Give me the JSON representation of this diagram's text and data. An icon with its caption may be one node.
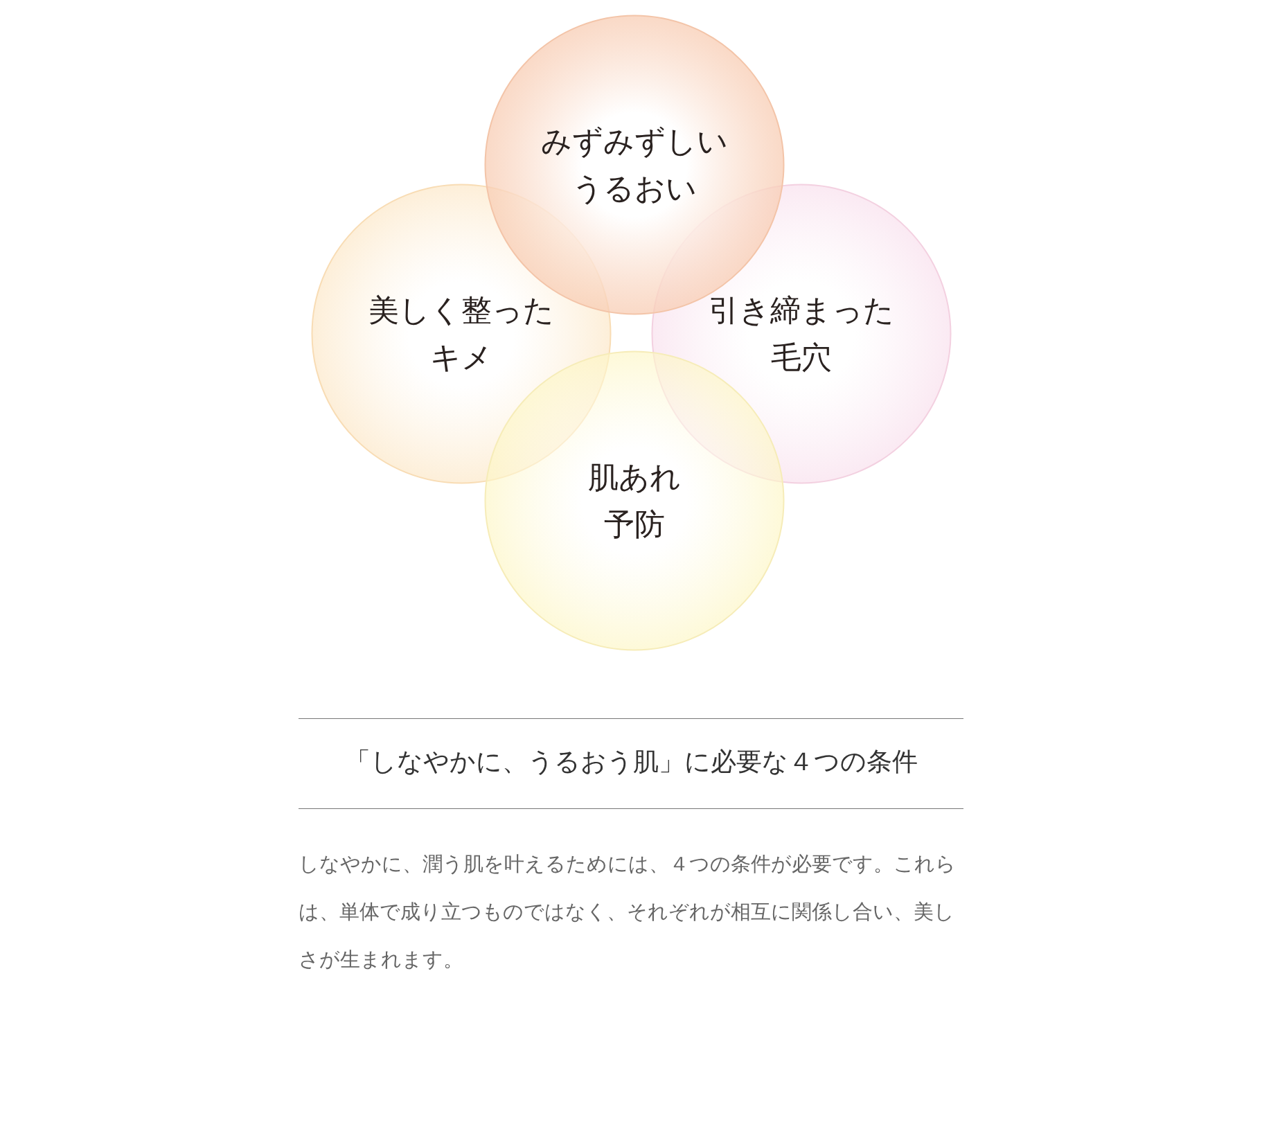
{
  "diagram": {
    "title": "「しなやかに、うるおう肌」に必要な４つの条件",
    "nodes": [
      {
        "text": [
          "みずみずしいうるおい"
        ]
      },
      {
        "text": [
          "美しく整ったキメ"
        ]
      },
      {
        "text": [
          "引き締まった毛穴"
        ]
      },
      {
        "text": [
          "肌あれ予防"
        ]
      }
    ],
    "labels": [
      "しなやかに、潤う肌を叶えるためには、４つの条件が必要です。これらは、単体で成り立つものではなく、それぞれが相互に関係し合い、美しさが生まれます。"
    ]
  }
}
